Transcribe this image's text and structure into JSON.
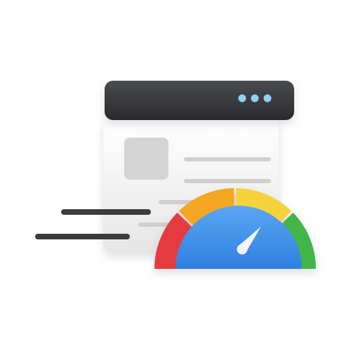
{
  "illustration": {
    "icon": "web-page-speed-performance-icon",
    "window": {
      "icon": "browser-window-icon",
      "titlebar_color": "#3a3b3d",
      "dot_color": "#8fd0f5",
      "dot_count": 3,
      "body_color": "#f1f1f1",
      "thumbnail_color": "#d4d4d4",
      "text_line_color": "#cfcfcf"
    },
    "speed_lines": {
      "icon": "motion-lines-icon",
      "color": "#3c3c3c"
    },
    "gauge": {
      "icon": "speedometer-icon",
      "segments": [
        {
          "name": "red",
          "color": "#e53a3f"
        },
        {
          "name": "orange",
          "color": "#f5a623"
        },
        {
          "name": "yellow",
          "color": "#f7d33a"
        },
        {
          "name": "green",
          "color": "#43b649"
        }
      ],
      "face_color": "#3d8fe8",
      "needle_color": "#f4f4f4",
      "reading_fraction": 0.72
    }
  }
}
